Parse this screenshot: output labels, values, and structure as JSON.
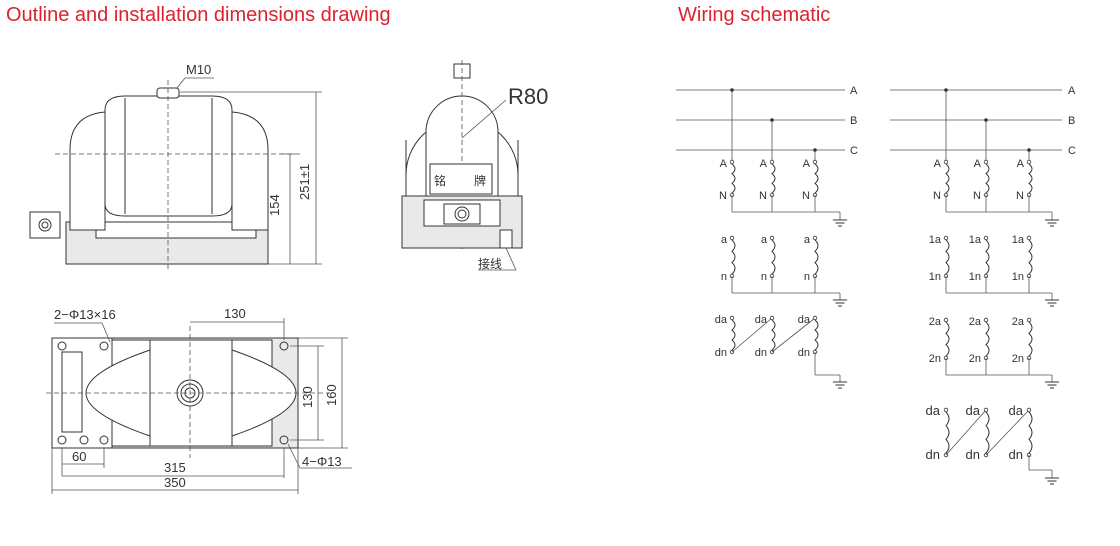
{
  "titles": {
    "outline": "Outline and installation dimensions drawing",
    "wiring": "Wiring schematic"
  },
  "colors": {
    "title": "#d9232e",
    "line": "#333333",
    "fill": "#e9e9e9"
  },
  "outline": {
    "front": {
      "bolt": "M10",
      "height_total": "251±1",
      "height_axis": "154"
    },
    "side": {
      "radius": "R80",
      "nameplate_left": "铭",
      "nameplate_right": "牌",
      "terminal": "接线"
    },
    "top": {
      "holes_top": "2−Φ13×16",
      "holes_bottom": "4−Φ13",
      "dim_130_h": "130",
      "dim_130_v": "130",
      "dim_160": "160",
      "dim_60": "60",
      "dim_315": "315",
      "dim_350": "350"
    }
  },
  "wiring": {
    "phases": [
      "A",
      "B",
      "C"
    ],
    "left": {
      "primary": [
        "A",
        "N"
      ],
      "secondary": [
        "a",
        "n"
      ],
      "residual": [
        "da",
        "dn"
      ]
    },
    "right": {
      "primary": [
        "A",
        "N"
      ],
      "secondary1": [
        "1a",
        "1n"
      ],
      "secondary2": [
        "2a",
        "2n"
      ],
      "residual": [
        "da",
        "dn"
      ]
    }
  }
}
